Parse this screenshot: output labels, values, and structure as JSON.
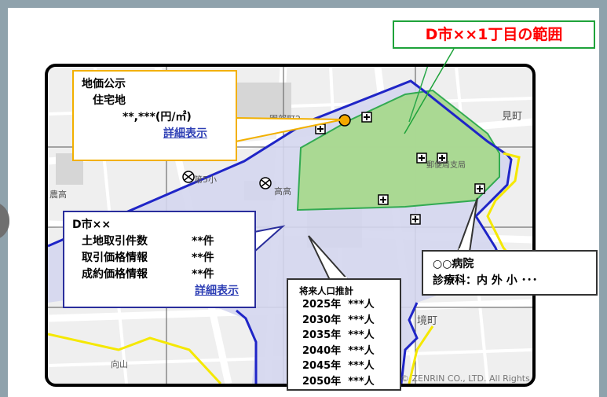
{
  "title_box": {
    "text": "D市××1丁目の範囲"
  },
  "land_price": {
    "heading": "地価公示",
    "subheading": "住宅地",
    "price": "**,***(円/㎡)",
    "link": "詳細表示"
  },
  "district": {
    "name": "D市××",
    "rows": [
      {
        "label": "土地取引件数",
        "value": "**件"
      },
      {
        "label": "取引価格情報",
        "value": "**件"
      },
      {
        "label": "成約価格情報",
        "value": "**件"
      }
    ],
    "link": "詳細表示"
  },
  "hospital": {
    "name": "○○病院",
    "departments": "診療科：内 外 小 ･･･"
  },
  "population": {
    "title": "将来人口推計",
    "rows": [
      {
        "year": "2025年",
        "value": "***人"
      },
      {
        "year": "2030年",
        "value": "***人"
      },
      {
        "year": "2035年",
        "value": "***人"
      },
      {
        "year": "2040年",
        "value": "***人"
      },
      {
        "year": "2045年",
        "value": "***人"
      },
      {
        "year": "2050年",
        "value": "***人"
      }
    ]
  },
  "map_labels": {
    "school": "第5小",
    "high_school": "高高",
    "town_east": "見町",
    "town_south": "境町",
    "mountain": "向山",
    "park": "園部町2",
    "post_office": "郵便局支局",
    "left_edge": "農高"
  },
  "copyright": "© ZENRIN CO., LTD. All Rights",
  "colors": {
    "frame": "#8fa2ac",
    "title_border": "#1ea33a",
    "title_text": "#ff0000",
    "land_price_border": "#f2b000",
    "district_border": "#2a2e9c",
    "link": "#2e3fb5",
    "area_fill": "#a8d98f",
    "district_fill": "#d4d6ee",
    "boundary": "#1f25c7",
    "yellow_line": "#f5e800"
  }
}
